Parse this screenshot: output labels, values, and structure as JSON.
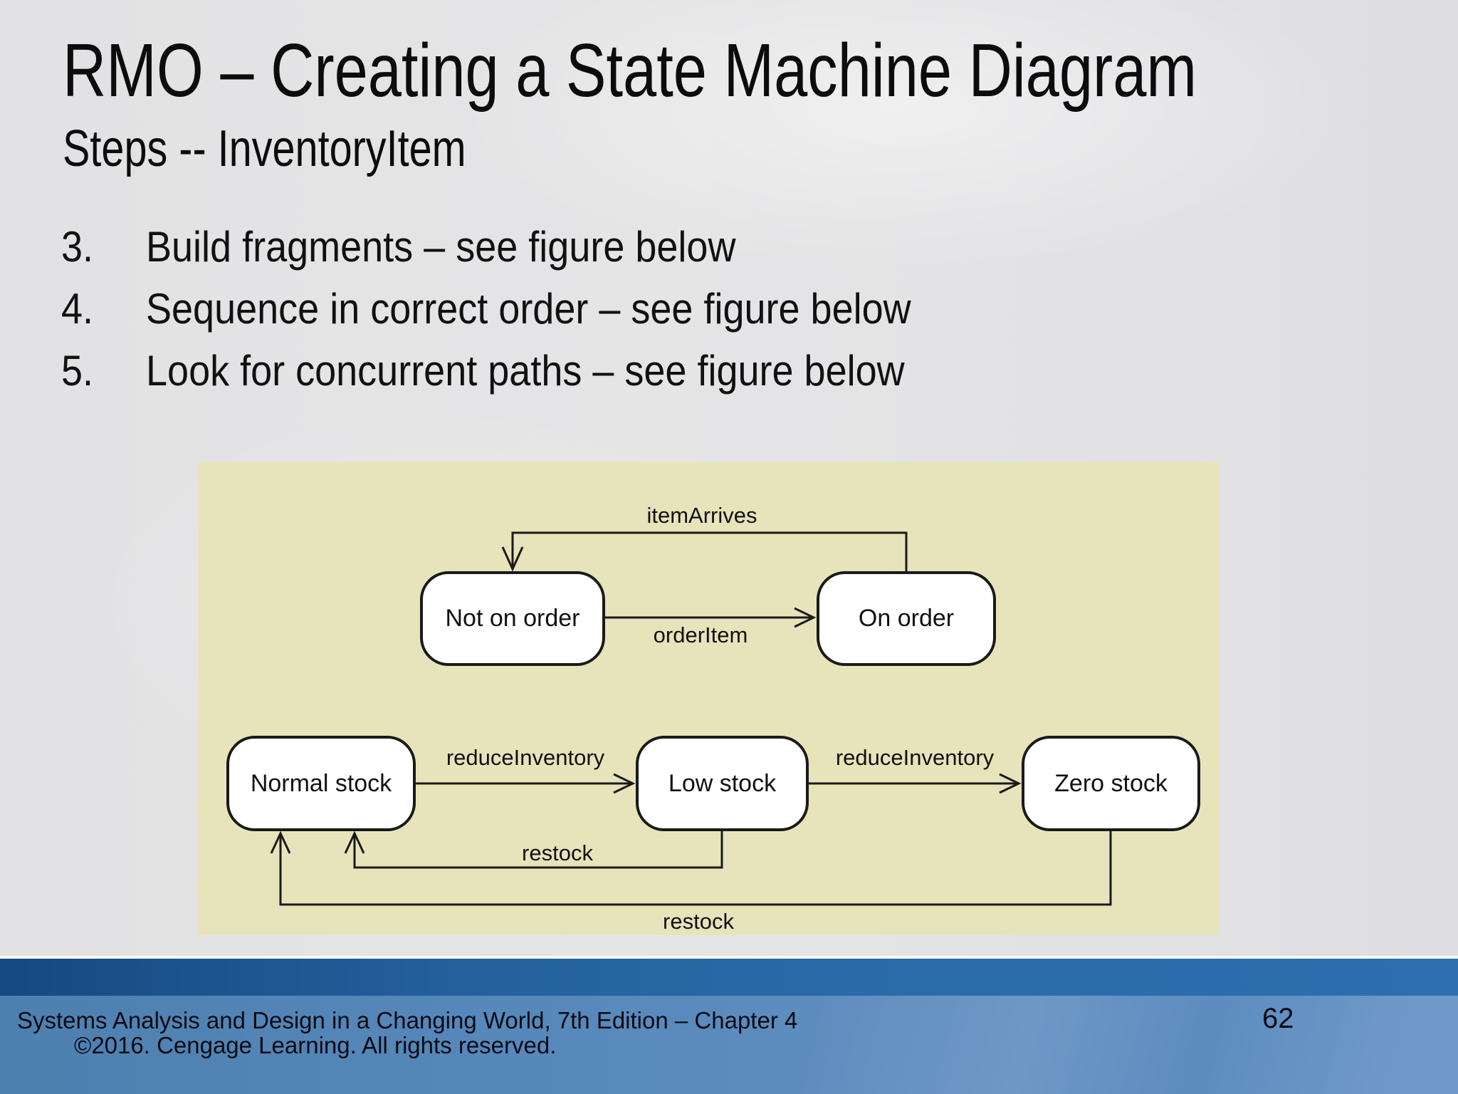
{
  "slide": {
    "title": "RMO – Creating a State Machine Diagram",
    "subtitle": "Steps -- InventoryItem",
    "list_items": [
      {
        "number": "3.",
        "text": "Build fragments – see figure below"
      },
      {
        "number": "4.",
        "text": "Sequence in correct order – see figure below"
      },
      {
        "number": "5.",
        "text": "Look for concurrent paths – see figure below"
      }
    ],
    "diagram": {
      "type": "uml-state-machine",
      "panel_color": "#e7e4bb",
      "states": [
        {
          "label": "Not on order"
        },
        {
          "label": "On order"
        },
        {
          "label": "Normal stock"
        },
        {
          "label": "Low stock"
        },
        {
          "label": "Zero stock"
        }
      ],
      "transitions": [
        {
          "label": "itemArrives",
          "from": "On order",
          "to": "Not on order"
        },
        {
          "label": "orderItem",
          "from": "Not on order",
          "to": "On order"
        },
        {
          "label": "reduceInventory",
          "from": "Normal stock",
          "to": "Low stock"
        },
        {
          "label": "reduceInventory",
          "from": "Low stock",
          "to": "Zero stock"
        },
        {
          "label": "restock",
          "from": "Low stock",
          "to": "Normal stock"
        },
        {
          "label": "restock",
          "from": "Zero stock",
          "to": "Normal stock"
        }
      ]
    },
    "footer": {
      "line1": "Systems Analysis and Design in a Changing World, 7th Edition – Chapter 4",
      "line2": "©2016. Cengage Learning. All rights reserved.",
      "page_number": "62",
      "dark_band_color": "#2a6aa8",
      "light_band_color": "#5a8bc0"
    }
  }
}
